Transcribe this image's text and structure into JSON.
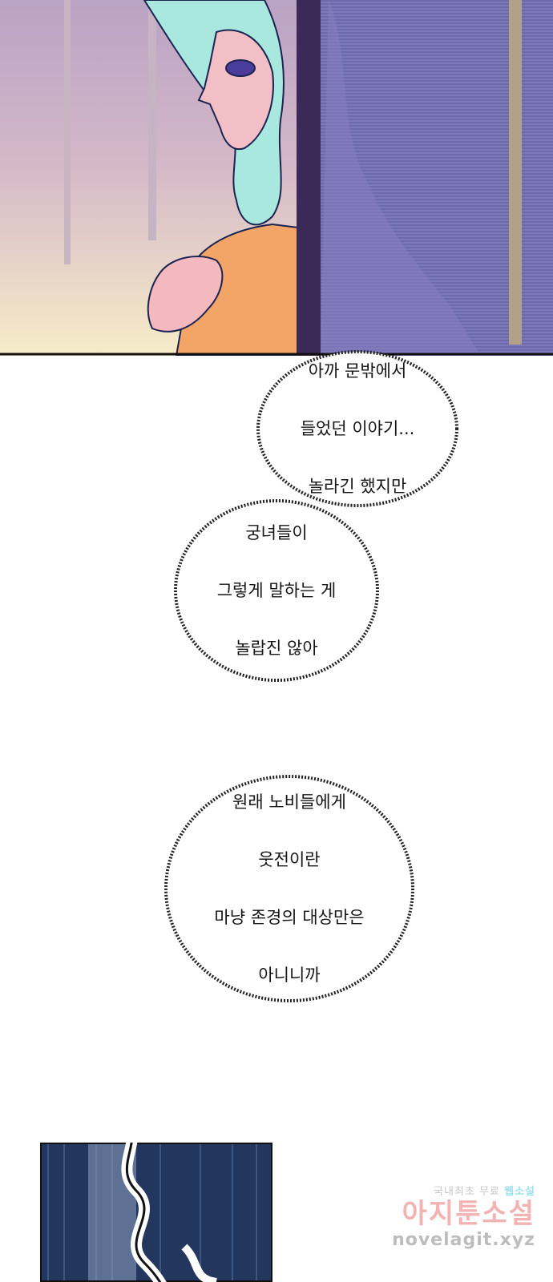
{
  "bubbles": [
    {
      "lines": [
        "아까 문밖에서",
        "들었던 이야기...",
        "놀라긴 했지만"
      ]
    },
    {
      "lines": [
        "궁녀들이",
        "그렇게 말하는 게",
        "놀랍진 않아"
      ]
    },
    {
      "lines": [
        "원래 노비들에게",
        "웃전이란",
        "마냥 존경의 대상만은",
        "아니니까"
      ]
    }
  ],
  "watermark": {
    "line1_prefix": "국내최초 무료",
    "line1_highlight": "웹소설",
    "line2": "아지툰소설",
    "line3": "novelagit.xyz"
  }
}
